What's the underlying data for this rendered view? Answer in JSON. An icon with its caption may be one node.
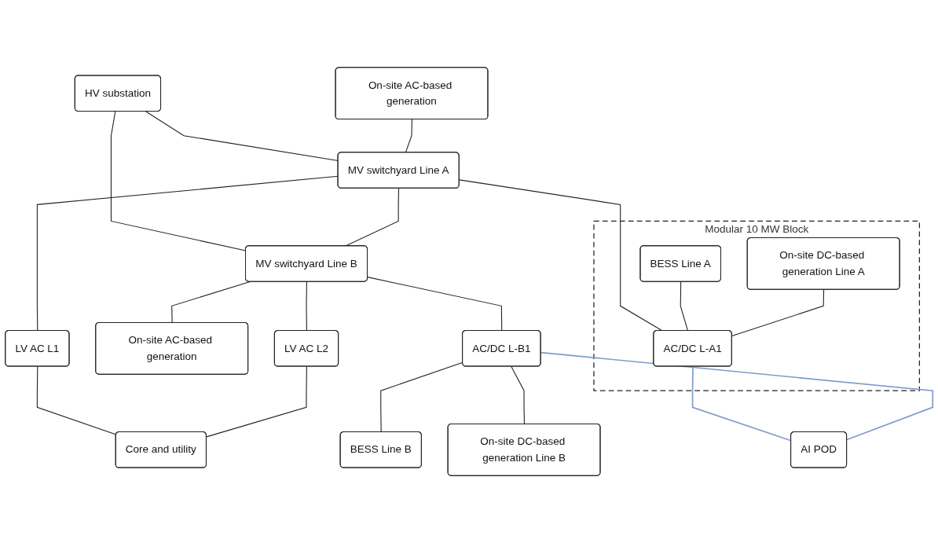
{
  "diagram": {
    "nodes": [
      {
        "text": [
          "HV substation"
        ]
      },
      {
        "text": [
          "On-site AC-based generation"
        ]
      },
      {
        "text": [
          "MV switchyard Line A"
        ]
      },
      {
        "text": [
          "MV switchyard Line B"
        ]
      },
      {
        "text": [
          "On-site AC-based generation"
        ]
      },
      {
        "text": [
          "Modular 10 MW Block"
        ]
      },
      {
        "text": [
          "BESS Line A"
        ],
        "in": 5
      },
      {
        "text": [
          "On-site DC-based generation Line A"
        ],
        "in": 5
      },
      {
        "text": [
          "AC/DC L-A1"
        ],
        "in": 5
      },
      {
        "text": [
          "LV AC L1"
        ]
      },
      {
        "text": [
          "LV AC L2"
        ]
      },
      {
        "text": [
          "AC/DC L-B1"
        ]
      },
      {
        "text": [
          "BESS Line B"
        ]
      },
      {
        "text": [
          "On-site DC-based generation Line B"
        ]
      },
      {
        "text": [
          "Core and utility"
        ]
      },
      {
        "text": [
          "AI POD"
        ]
      }
    ],
    "edges": [
      {
        "from": 0,
        "to": 2,
        "arrow": "none"
      },
      {
        "from": 0,
        "to": 3,
        "arrow": "none"
      },
      {
        "from": 1,
        "to": 2,
        "arrow": "none"
      },
      {
        "from": 2,
        "to": 3,
        "arrow": "none"
      },
      {
        "from": 3,
        "to": 4,
        "arrow": "none"
      },
      {
        "from": 2,
        "to": 8,
        "arrow": "none"
      },
      {
        "from": 2,
        "to": 9,
        "arrow": "none"
      },
      {
        "from": 3,
        "to": 10,
        "arrow": "none"
      },
      {
        "from": 3,
        "to": 11,
        "arrow": "none"
      },
      {
        "from": 6,
        "to": 8,
        "arrow": "none"
      },
      {
        "from": 7,
        "to": 8,
        "arrow": "none"
      },
      {
        "from": 9,
        "to": 14,
        "arrow": "none"
      },
      {
        "from": 10,
        "to": 14,
        "arrow": "none"
      },
      {
        "from": 11,
        "to": 12,
        "arrow": "none"
      },
      {
        "from": 11,
        "to": 13,
        "arrow": "none"
      },
      {
        "from": 8,
        "to": 15,
        "arrow": "none",
        "color": "#7f9ccb"
      },
      {
        "from": 11,
        "to": 15,
        "arrow": "none",
        "color": "#7f9ccb"
      }
    ]
  }
}
